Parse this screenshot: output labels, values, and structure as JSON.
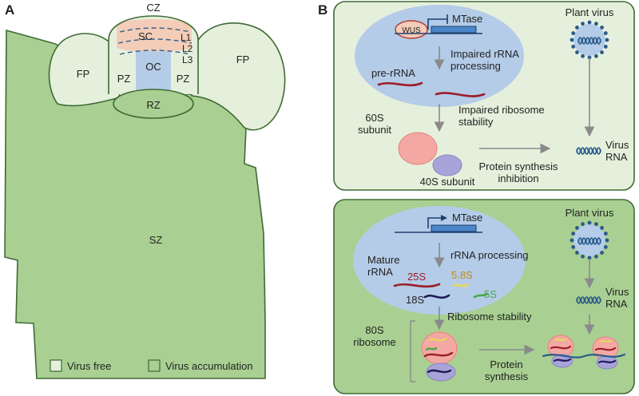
{
  "panel_a": {
    "letter": "A",
    "zones": {
      "cz": "CZ",
      "sc": "SC",
      "l1": "L1",
      "l2": "L2",
      "l3": "L3",
      "oc": "OC",
      "pz_left": "PZ",
      "pz_right": "PZ",
      "fp_left": "FP",
      "fp_right": "FP",
      "rz": "RZ",
      "sz": "SZ"
    },
    "legend": {
      "virus_free": "Virus free",
      "virus_accumulation": "Virus accumulation"
    }
  },
  "panel_b": {
    "letter": "B",
    "top": {
      "wus": "WUS",
      "mtase": "MTase",
      "plant_virus": "Plant virus",
      "impaired_rrna_line1": "Impaired rRNA",
      "impaired_rrna_line2": "processing",
      "pre_rrna": "pre-rRNA",
      "impaired_ribo_line1": "Impaired ribosome",
      "impaired_ribo_line2": "stability",
      "s60_line1": "60S",
      "s60_line2": "subunit",
      "s40": "40S subunit",
      "protein_inhib_line1": "Protein synthesis",
      "protein_inhib_line2": "inhibition",
      "virus_rna_line1": "Virus",
      "virus_rna_line2": "RNA"
    },
    "bottom": {
      "mtase": "MTase",
      "plant_virus": "Plant virus",
      "rrna_processing": "rRNA processing",
      "mature_line1": "Mature",
      "mature_line2": "rRNA",
      "r25s": "25S",
      "r58s": "5.8S",
      "r18s": "18S",
      "r5s": "5S",
      "ribosome_stability": "Ribosome stability",
      "virus_rna_line1": "Virus",
      "virus_rna_line2": "RNA",
      "s80_line1": "80S",
      "s80_line2": "ribosome",
      "protein_line1": "Protein",
      "protein_line2": "synthesis"
    }
  },
  "colors": {
    "light_green": "#e5f0dc",
    "mid_green": "#a9d092",
    "dark_green": "#9ccb83",
    "outline": "#3f6a35",
    "nucleus_blue": "#b4cce8",
    "sc_pink": "#f3cdb8",
    "rna_red": "#9c1d28",
    "arrow_gray": "#8a8a8a"
  }
}
